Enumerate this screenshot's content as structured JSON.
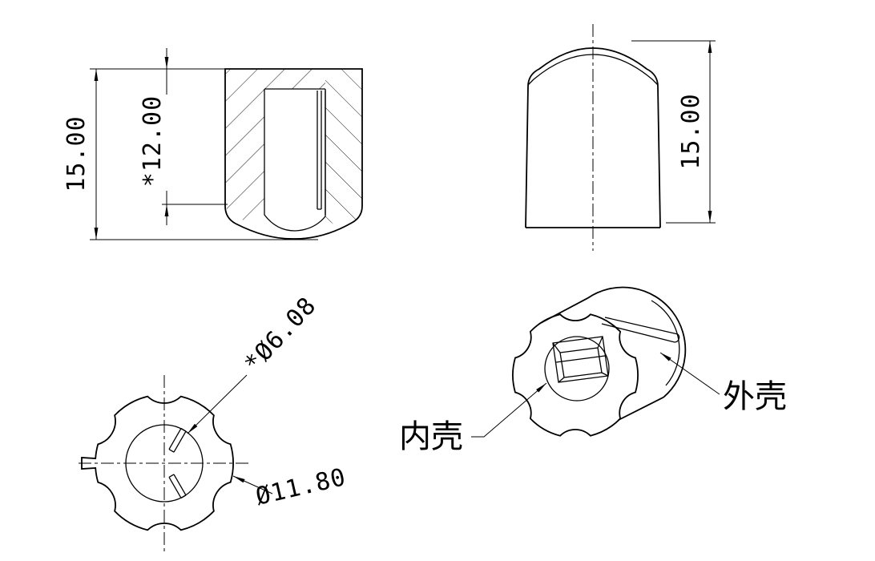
{
  "document": {
    "type": "technical-drawing",
    "background": "#ffffff",
    "line_color": "#000000"
  },
  "views": {
    "front_section": {
      "overall_height_dim": "15.00",
      "inner_depth_dim": "*12.00"
    },
    "side_profile": {
      "overall_height_dim": "15.00"
    },
    "bottom": {
      "inner_diameter_dim": "*Ø6.08",
      "outer_diameter_dim": "Ø11.80"
    },
    "isometric": {
      "inner_shell_label": "内壳",
      "outer_shell_label": "外壳"
    }
  }
}
